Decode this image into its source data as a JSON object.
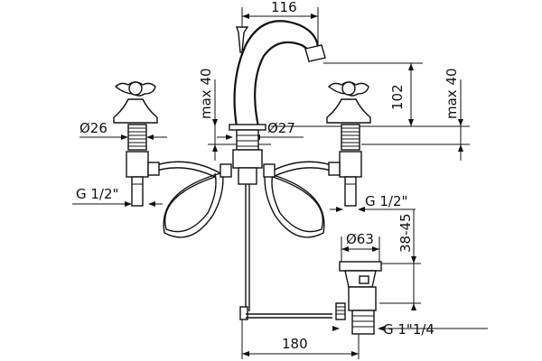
{
  "dimensions": {
    "spout_reach": "116",
    "spout_height": "102",
    "max_left": "max 40",
    "max_right": "max 40",
    "dia_handle": "Ø26",
    "dia_spout": "Ø27",
    "thread_left": "G 1/2\"",
    "thread_right": "G 1/2\"",
    "dia_waste": "Ø63",
    "waste_range": "38-45",
    "thread_waste": "G 1\"1/4",
    "center_distance": "180"
  },
  "icons": [
    "tap-handle-icon",
    "spout-icon",
    "waste-icon",
    "hose-icon"
  ],
  "colors": {
    "line": "#111111",
    "background": "#ffffff"
  }
}
